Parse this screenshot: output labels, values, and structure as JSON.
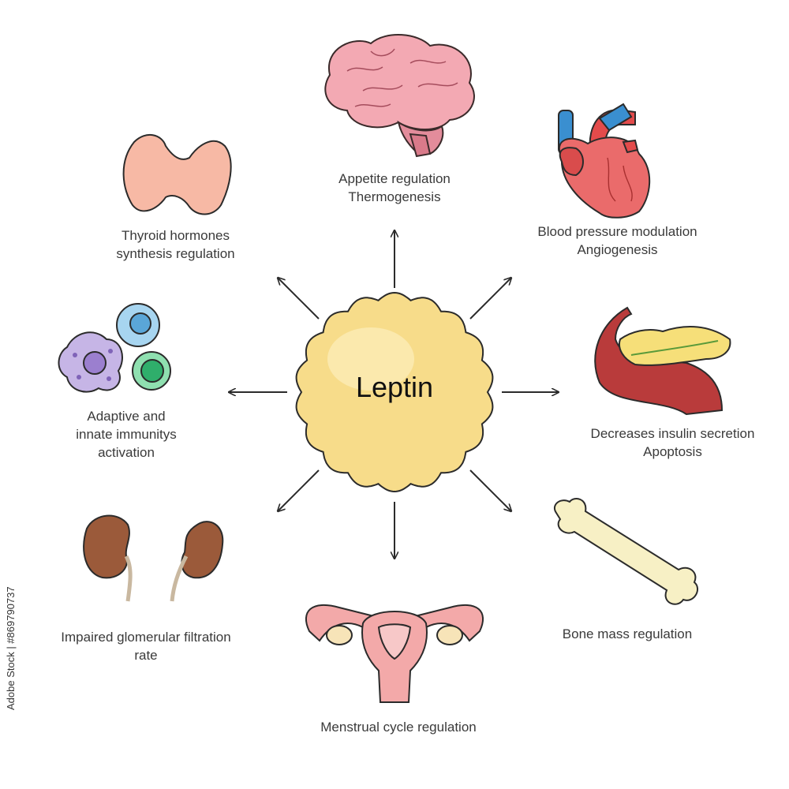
{
  "center": {
    "label": "Leptin"
  },
  "effects": [
    {
      "id": "brain",
      "icon": "brain-icon",
      "lines": [
        "Appetite regulation",
        "Thermogenesis"
      ]
    },
    {
      "id": "heart",
      "icon": "heart-icon",
      "lines": [
        "Blood pressure modulation",
        "Angiogenesis"
      ]
    },
    {
      "id": "pancreas",
      "icon": "pancreas-icon",
      "lines": [
        "Decreases insulin secretion",
        "Apoptosis"
      ]
    },
    {
      "id": "bone",
      "icon": "bone-icon",
      "lines": [
        "Bone mass regulation"
      ]
    },
    {
      "id": "uterus",
      "icon": "uterus-icon",
      "lines": [
        "Menstrual cycle regulation"
      ]
    },
    {
      "id": "kidney",
      "icon": "kidney-icon",
      "lines": [
        "Impaired glomerular filtration",
        "rate"
      ]
    },
    {
      "id": "immune",
      "icon": "immune-cells-icon",
      "lines": [
        "Adaptive and",
        "innate immunitys",
        "activation"
      ]
    },
    {
      "id": "thyroid",
      "icon": "thyroid-icon",
      "lines": [
        "Thyroid hormones",
        "synthesis regulation"
      ]
    }
  ],
  "stock_id": "Adobe Stock | #869790737",
  "colors": {
    "leptin_fill": "#f7dc8a",
    "leptin_stroke": "#2b2b2b",
    "arrow": "#2b2b2b",
    "text": "#3a3a3a"
  }
}
